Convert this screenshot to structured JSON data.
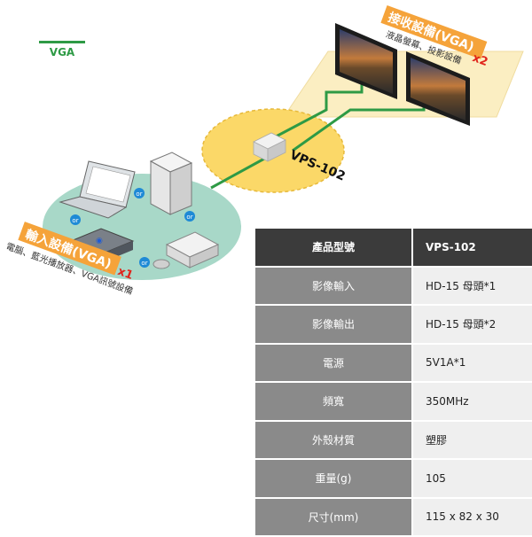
{
  "legend": {
    "vga_label": "VGA"
  },
  "diagram": {
    "product_label": "VPS-102",
    "or_label": "or",
    "receiver": {
      "title_main": "接收設備(VGA)",
      "title_qty": "x2",
      "subtitle": "液晶螢幕、投影設備"
    },
    "input": {
      "title_main": "輸入設備(VGA)",
      "title_qty": "x1",
      "subtitle": "電腦、藍光播放器、VGA訊號設備"
    },
    "colors": {
      "cable": "#2e9a45",
      "receiver_panel": "#fbeec2",
      "center_spot": "#fbd868",
      "input_ellipse": "#a8d8c8",
      "tag_bg": "#f5a33a",
      "qty_color": "#e0241b"
    }
  },
  "spec_table": {
    "header": {
      "label": "產品型號",
      "value": "VPS-102"
    },
    "rows": [
      {
        "label": "影像輸入",
        "value": "HD-15 母頭*1"
      },
      {
        "label": "影像輸出",
        "value": "HD-15 母頭*2"
      },
      {
        "label": "電源",
        "value": "5V1A*1"
      },
      {
        "label": "頻寬",
        "value": "350MHz"
      },
      {
        "label": "外殼材質",
        "value": "塑膠"
      },
      {
        "label": "重量(g)",
        "value": "105"
      },
      {
        "label": "尺寸(mm)",
        "value": "115 x 82 x 30"
      }
    ]
  }
}
